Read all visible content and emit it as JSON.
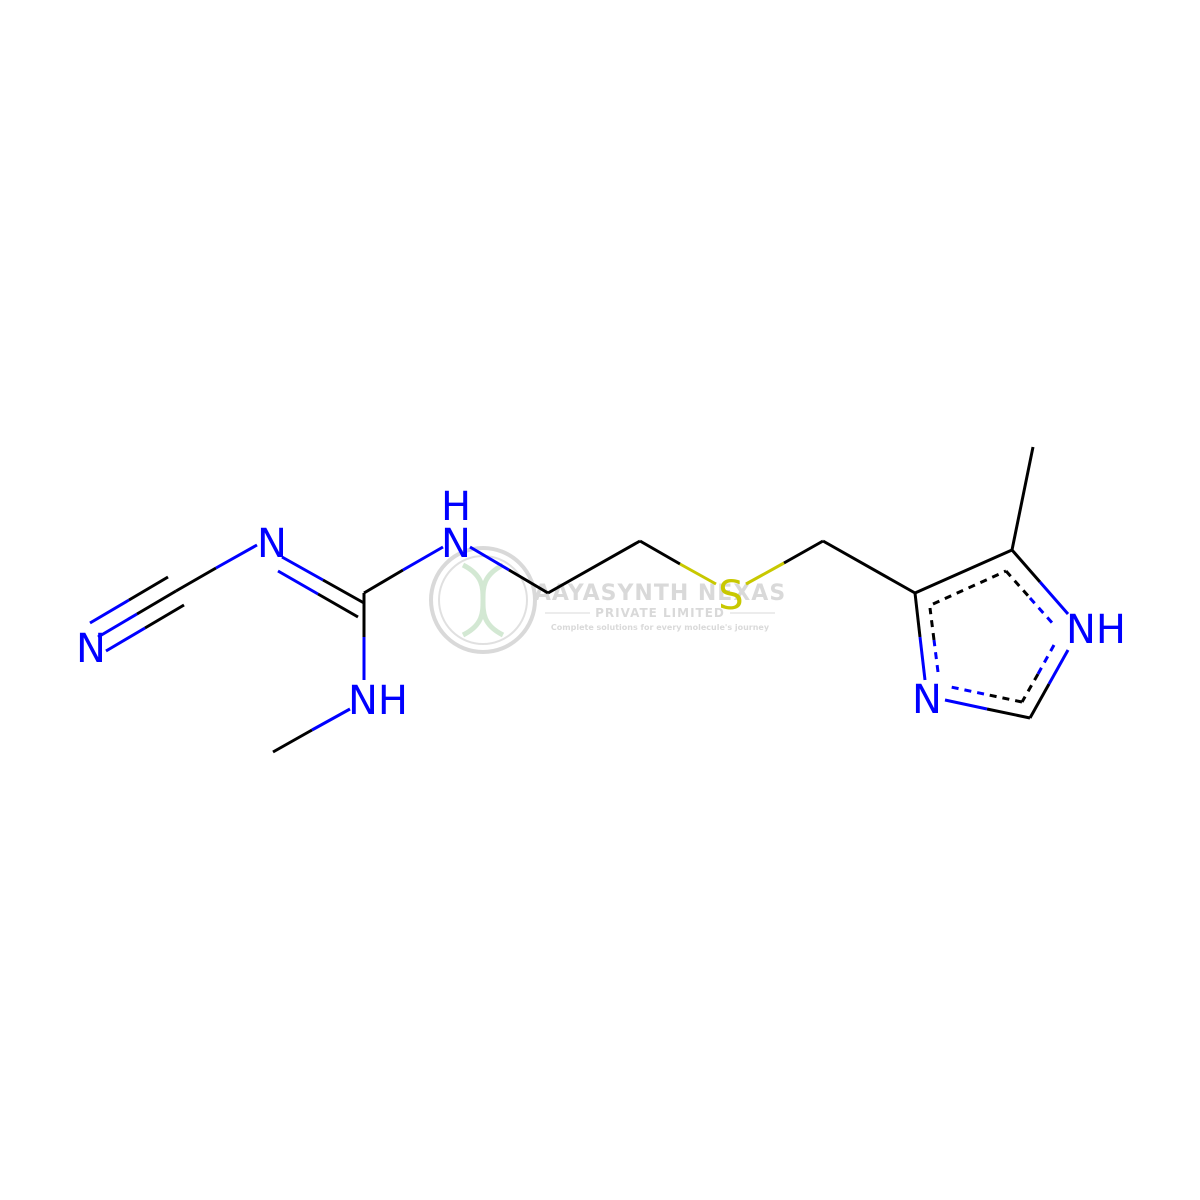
{
  "molecule": {
    "atom_labels": {
      "nitrile_n": "N",
      "imine_n": "N",
      "amine_nh_top": "N",
      "amine_nh_top_h": "H",
      "amine_nh_bottom": "NH",
      "sulfur": "S",
      "ring_nh": "NH",
      "ring_n": "N"
    },
    "colors": {
      "carbon_bond": "#000000",
      "nitrogen": "#0000ff",
      "sulfur": "#c8c800"
    }
  },
  "watermark": {
    "title": "AAYASYNTH NEXAS",
    "subtitle": "PRIVATE LIMITED",
    "tagline": "Complete solutions for every molecule's journey",
    "color": "#7a7a7a"
  }
}
